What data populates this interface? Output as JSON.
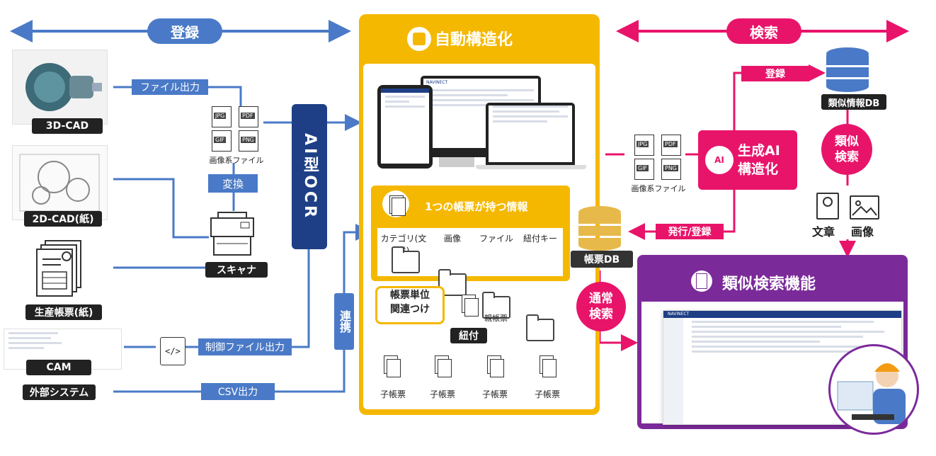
{
  "colors": {
    "blue": "#4a7ac7",
    "pink": "#e8146a",
    "orange": "#f5b800",
    "purple": "#7b2a9a",
    "navy": "#1e3f86"
  },
  "left": {
    "register_label": "登録",
    "sources": [
      "3D-CAD",
      "2D-CAD(紙)",
      "生産帳票(紙)",
      "CAM",
      "外部システム"
    ],
    "file_output": "ファイル出力",
    "image_files_label": "画像系ファイル",
    "file_types": [
      "JPG",
      "PDF",
      "GIF",
      "PNG"
    ],
    "convert": "変換",
    "scanner": "スキャナ",
    "control_file_output": "制御ファイル出力",
    "csv_output": "CSV出力",
    "link": "連携",
    "ocr": "AI型OCR"
  },
  "center": {
    "title": "自動構造化",
    "app_brand": "NAVINECT",
    "info_title": "1つの帳票が持つ情報",
    "info_items": [
      "カテゴリ(文書)",
      "画像",
      "ファイル",
      "紐付キー"
    ],
    "relation_callout": [
      "帳票単位",
      "関連つけ"
    ],
    "parent": "親帳票",
    "tie": "紐付",
    "children": [
      "子帳票",
      "子帳票",
      "子帳票",
      "子帳票"
    ]
  },
  "right": {
    "search_label": "検索",
    "register": "登録",
    "similar_db": "類似情報DB",
    "gen_ai": [
      "生成AI",
      "構造化"
    ],
    "ai_badge": "AI",
    "image_files_label": "画像系ファイル",
    "file_types": [
      "JPG",
      "PDF",
      "GIF",
      "PNG"
    ],
    "similar_search": [
      "類似",
      "検索"
    ],
    "doc": "文章",
    "image": "画像",
    "issue_register": "発行/登録",
    "form_db": "帳票DB",
    "normal_search": [
      "通常",
      "検索"
    ],
    "feature_title": "類似検索機能",
    "app_brand": "NAVINECT"
  }
}
